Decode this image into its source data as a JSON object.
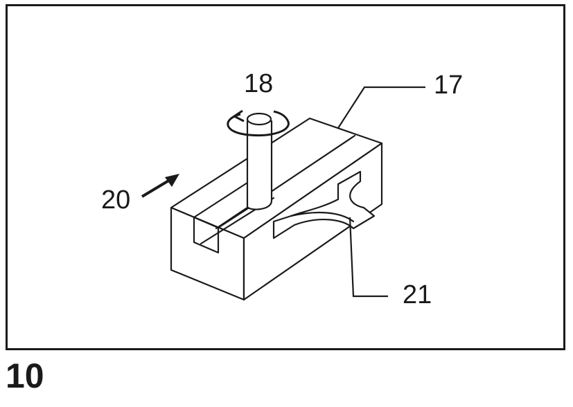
{
  "figure": {
    "number": "10",
    "callouts": {
      "c18": "18",
      "c17": "17",
      "c20": "20",
      "c21": "21"
    },
    "colors": {
      "line": "#1a1a1a",
      "background": "#ffffff"
    }
  }
}
